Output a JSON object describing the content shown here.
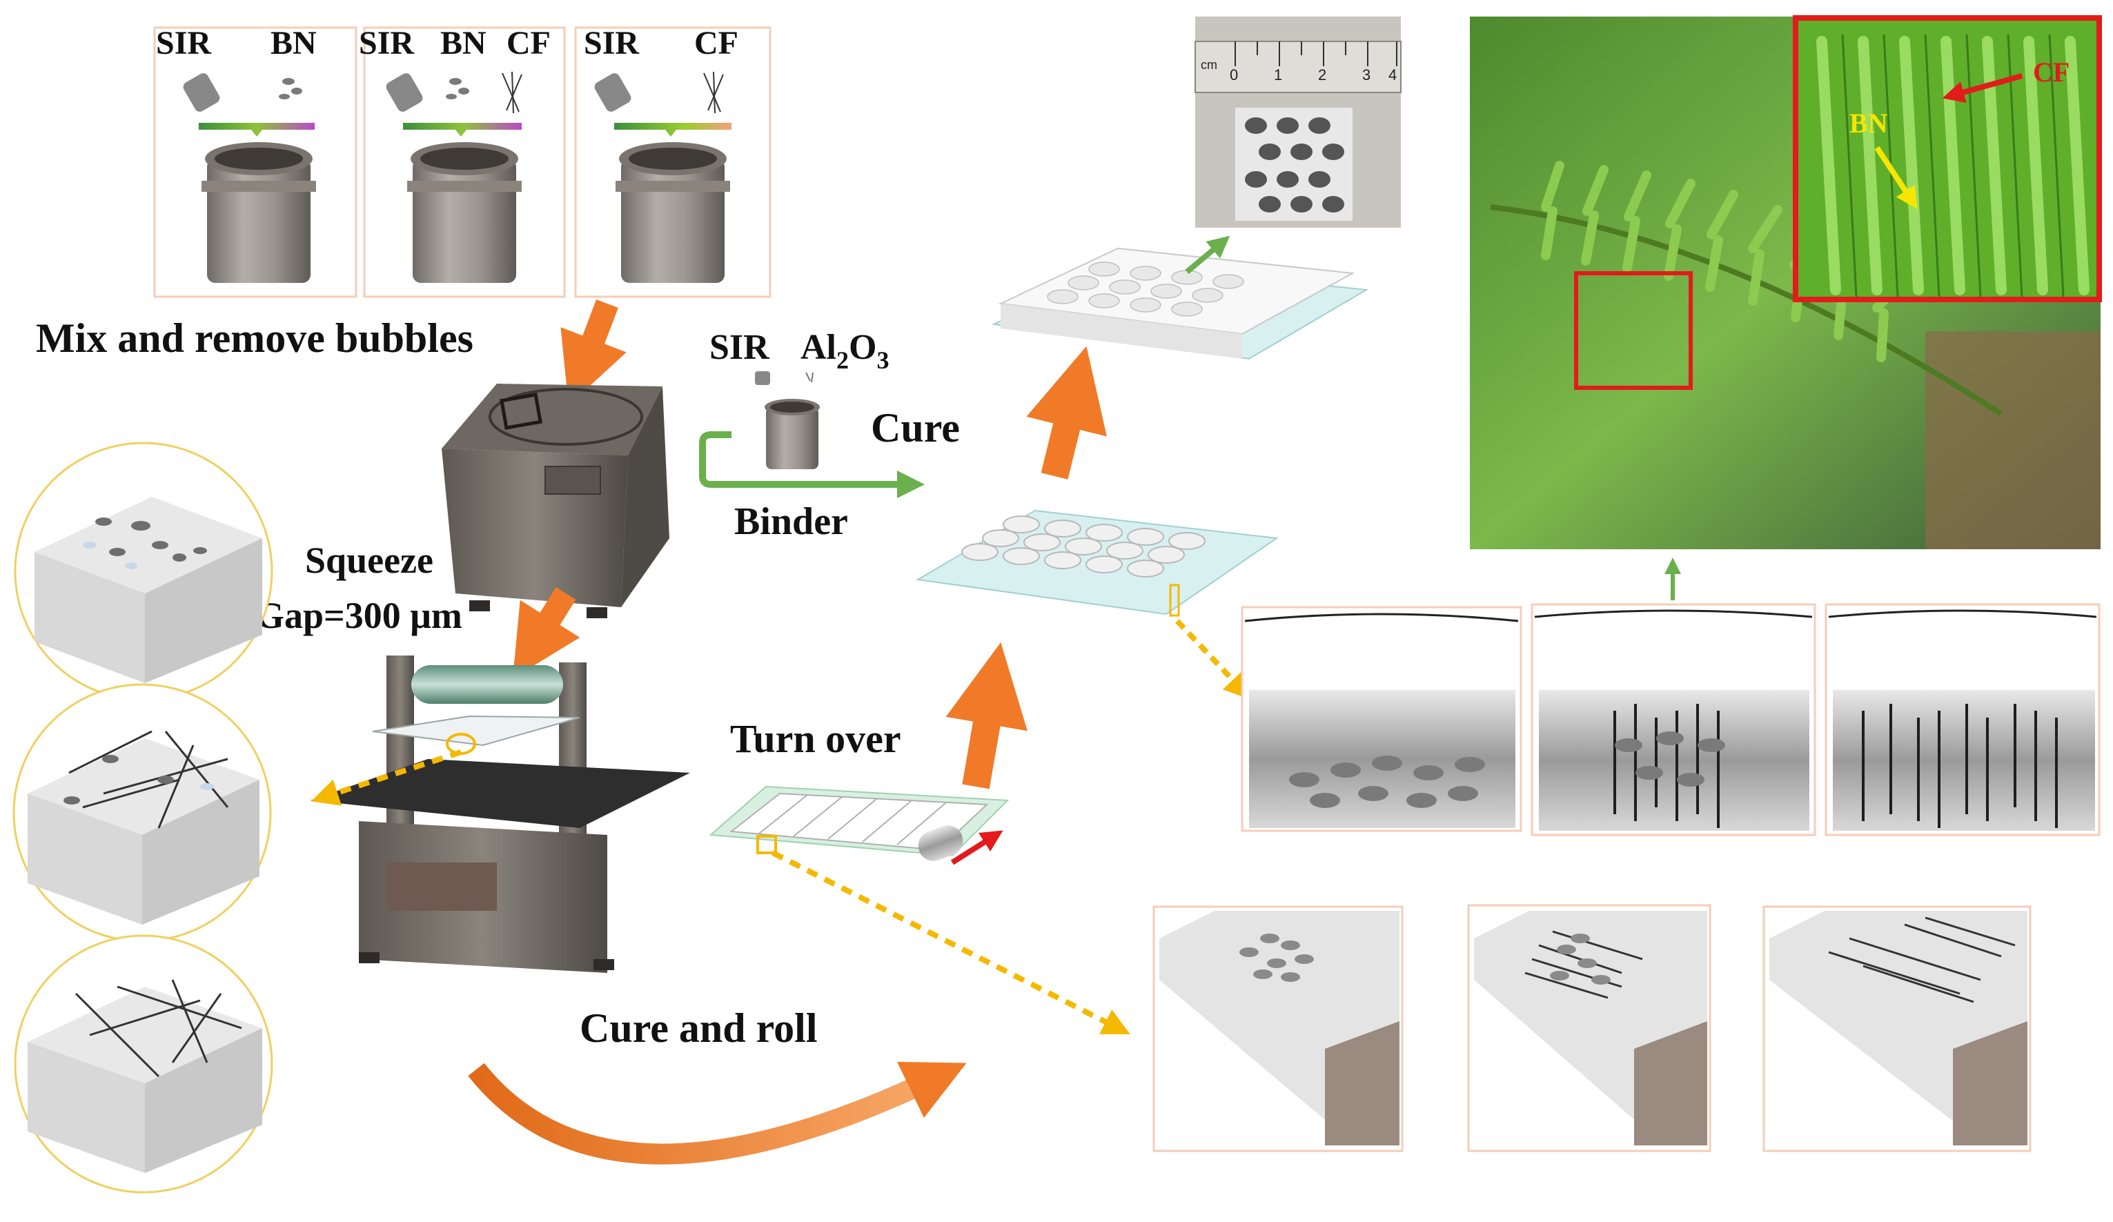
{
  "mix": {
    "panels": [
      {
        "a": "SIR",
        "b": "BN",
        "c": ""
      },
      {
        "a": "SIR",
        "b": "BN",
        "c": "CF"
      },
      {
        "a": "SIR",
        "b": "",
        "c": "CF"
      }
    ],
    "caption": "Mix and remove bubbles"
  },
  "binder": {
    "sir": "SIR",
    "al2o3_base": "Al",
    "al2o3_sub1": "2",
    "al2o3_o": "O",
    "al2o3_sub2": "3",
    "cure": "Cure",
    "binder_label": "Binder"
  },
  "squeeze": {
    "line1": "Squeeze",
    "line2": "Gap=300 μm"
  },
  "steps": {
    "turn_over": "Turn over",
    "cure_and_roll": "Cure and roll"
  },
  "ruler": {
    "digits": [
      "0",
      "1",
      "2",
      "3",
      "4"
    ],
    "unit": "cm"
  },
  "leaf": {
    "cf_label": "CF",
    "bn_label": "BN"
  },
  "colors": {
    "orange_arrow": "#F07A28",
    "green_arrow": "#6AB04C",
    "yellow_dashed": "#F5B800",
    "panel_border": "#F5CDB8",
    "red_box": "#E21B1B",
    "leaf_green": "#5FAF2A",
    "circle_border": "#F0D060"
  }
}
